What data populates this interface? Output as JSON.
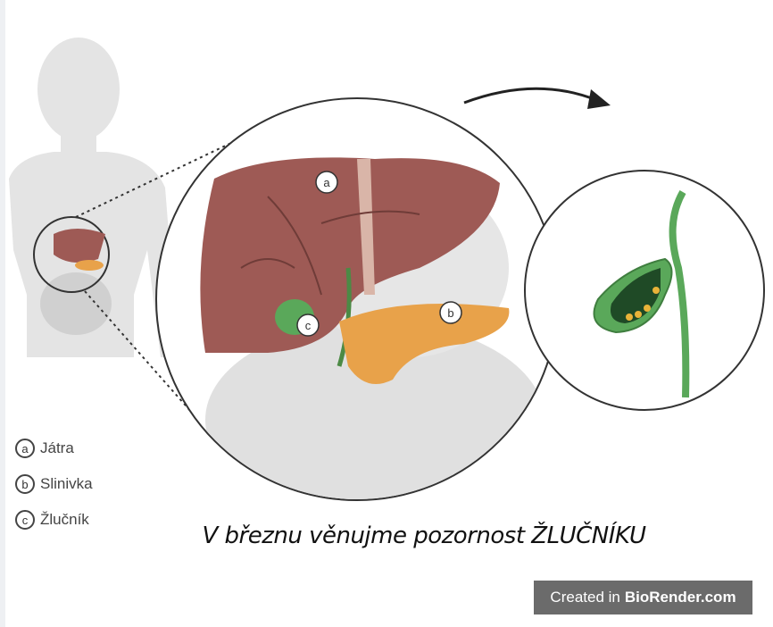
{
  "legend": [
    {
      "letter": "a",
      "label": "Játra"
    },
    {
      "letter": "b",
      "label": "Slinivka"
    },
    {
      "letter": "c",
      "label": "Žlučník"
    }
  ],
  "caption": "V březnu věnujme pozornost ŽLUČNÍKU",
  "credit": {
    "prefix": "Created in",
    "brand": "BioRender.com"
  },
  "colors": {
    "liver": "#9e5a55",
    "pancreas": "#e8a24a",
    "gallbladder": "#5aa85a",
    "body": "#e3e3e3"
  }
}
